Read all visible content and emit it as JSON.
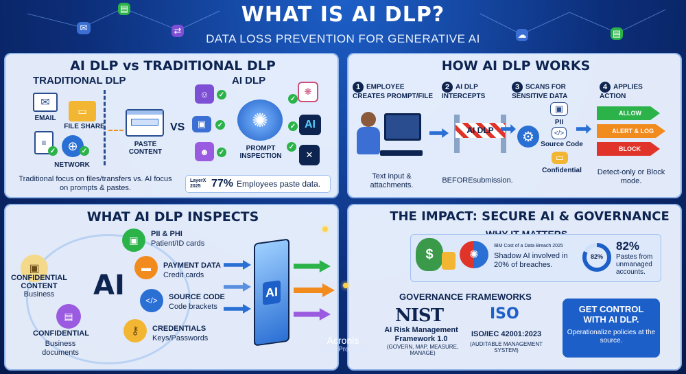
{
  "header": {
    "title": "WHAT IS AI DLP?",
    "subtitle": "DATA LOSS PREVENTION FOR GENERATIVE AI"
  },
  "compare": {
    "title": "AI DLP vs TRADITIONAL DLP",
    "traditional_title": "TRADITIONAL DLP",
    "email": "EMAIL",
    "file_share": "FILE SHARE",
    "network": "NETWORK",
    "paste_content": "PASTE CONTENT",
    "vs": "VS",
    "ai_title": "AI DLP",
    "prompt_inspection": "PROMPT INSPECTION",
    "ai_badge": "AI",
    "footer": "Traditional focus on files/transfers vs. AI focus on prompts & pastes.",
    "stat_source": "LayerX 2025",
    "stat_value": "77%",
    "stat_text": "Employees paste data."
  },
  "how": {
    "title": "HOW AI DLP WORKS",
    "steps": [
      {
        "num": "1",
        "label": "EMPLOYEE CREATES PROMPT/FILE",
        "desc": "Text input & attachments."
      },
      {
        "num": "2",
        "label": "AI DLP INTERCEPTS",
        "desc": "BEFOREsubmission."
      },
      {
        "num": "3",
        "label": "SCANS FOR SENSITIVE DATA",
        "desc": ""
      },
      {
        "num": "4",
        "label": "APPLIES ACTION",
        "desc": "Detect-only or Block mode."
      }
    ],
    "gate_label": "AI DLP",
    "scan_pii": "PII",
    "scan_source": "Source Code",
    "scan_conf": "Confidential",
    "actions": [
      "ALLOW",
      "ALERT & LOG",
      "BLOCK"
    ]
  },
  "inspects": {
    "title": "WHAT AI DLP INSPECTS",
    "ai_label": "AI",
    "left": [
      {
        "title": "CONFIDENTIAL CONTENT",
        "sub": "Business"
      },
      {
        "title": "CONFIDENTIAL",
        "sub": "Business documents"
      }
    ],
    "right": [
      {
        "title": "PII & PHI",
        "sub": "Patient/ID cards"
      },
      {
        "title": "PAYMENT DATA",
        "sub": "Credit cards"
      },
      {
        "title": "SOURCE CODE",
        "sub": "Code brackets"
      },
      {
        "title": "CREDENTIALS",
        "sub": "Keys/Passwords"
      }
    ],
    "panel_label": "AI"
  },
  "impact": {
    "title": "THE IMPACT: SECURE AI & GOVERNANCE",
    "why_title": "WHY IT MATTERS",
    "ibm_source": "IBM Cost of a Data Breach 2025",
    "ibm_text": "Shadow AI involved in 20% of breaches.",
    "ring_value": "82%",
    "ring_fraction": 0.82,
    "big_pct": "82%",
    "pct_text": "Pastes from unmanaged accounts.",
    "gov_title": "GOVERNANCE FRAMEWORKS",
    "nist_logo": "NIST",
    "nist_text": "AI Risk Management Framework 1.0",
    "nist_sub": "(GOVERN, MAP, MEASURE, MANAGE)",
    "iso_logo": "ISO",
    "iso_text": "ISO/IEC 42001:2023",
    "iso_sub": "(AUDITABLE MANAGEMENT SYSTEM)",
    "cta_title": "GET CONTROL WITH AI DLP.",
    "cta_text": "Operationalize policies at the source."
  },
  "brand": {
    "name": "Acronis",
    "tag": "GenAI Protection"
  },
  "colors": {
    "navy": "#0d2450",
    "green": "#2bb34a",
    "orange": "#f28b1e",
    "red": "#e0342b",
    "blue": "#1d5fc8"
  }
}
